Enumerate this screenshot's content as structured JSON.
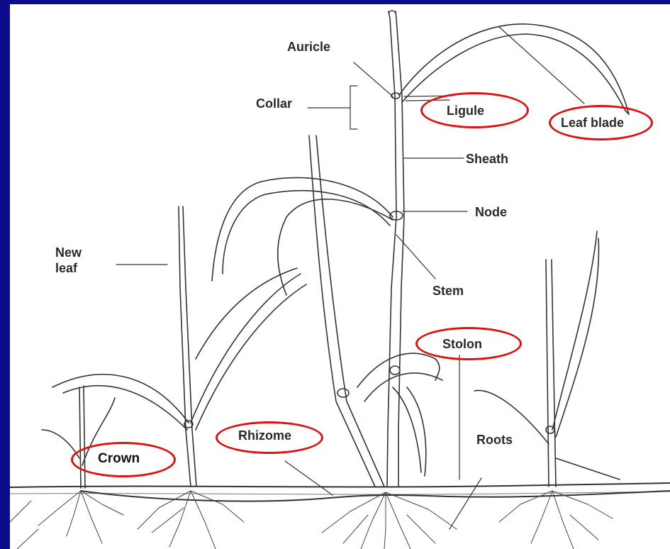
{
  "labels": {
    "auricle": "Auricle",
    "collar": "Collar",
    "ligule": "Ligule",
    "leaf_blade": "Leaf blade",
    "sheath": "Sheath",
    "node": "Node",
    "new_leaf_line1": "New",
    "new_leaf_line2": "leaf",
    "stem": "Stem",
    "stolon": "Stolon",
    "rhizome": "Rhizome",
    "roots": "Roots",
    "crown": "Crown"
  },
  "colors": {
    "frame": "#0b0b8c",
    "highlight_oval": "#e01010",
    "drawing_ink": "#333333"
  },
  "highlighted_terms": [
    "ligule",
    "leaf_blade",
    "stolon",
    "rhizome",
    "crown"
  ]
}
